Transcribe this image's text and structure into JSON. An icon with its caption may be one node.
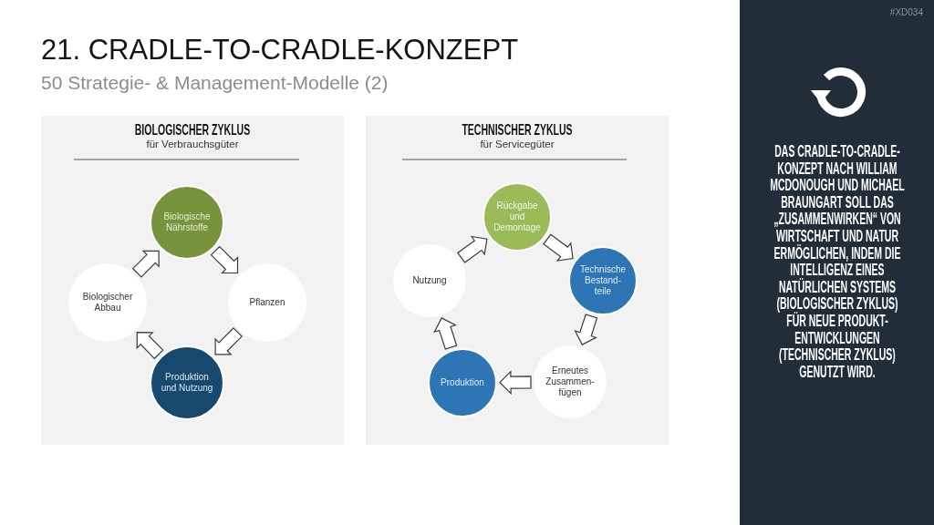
{
  "diagram": {
    "title": "21. CRADLE-TO-CRADLE-KONZEPT",
    "nodes": [
      {
        "text": [
          "BIOLOGISCHER ZYKLUS",
          "für Verbrauchsgüter"
        ]
      },
      {
        "text": [
          "Biologische Nährstoffe"
        ],
        "in": 0
      },
      {
        "text": [
          "Pflanzen"
        ],
        "in": 0
      },
      {
        "text": [
          "Produktion und Nutzung"
        ],
        "in": 0
      },
      {
        "text": [
          "Biologischer Abbau"
        ],
        "in": 0
      },
      {
        "text": [
          "TECHNISCHER ZYKLUS",
          "für Servicegüter"
        ]
      },
      {
        "text": [
          "Rückgabe und Demontage"
        ],
        "in": 5
      },
      {
        "text": [
          "Technische Bestand-teile"
        ],
        "in": 5
      },
      {
        "text": [
          "Erneutes Zusammen-fügen"
        ],
        "in": 5
      },
      {
        "text": [
          "Produktion"
        ],
        "in": 5
      },
      {
        "text": [
          "Nutzung"
        ],
        "in": 5
      },
      {
        "text": [
          "#XD034",
          "DAS CRADLE-TO-CRADLE-KONZEPT NACH WILLIAM MCDONOUGH UND MICHAEL BRAUNGART SOLL DAS „ZUSAMMENWIRKEN“ VON WIRTSCHAFT UND NATUR ERMÖGLICHEN, INDEM DIE INTELLIGENZ EINES NATÜRLICHEN SYSTEMS (BIOLOGISCHER ZYKLUS) FÜR NEUE PRODUKT-ENTWICKLUNGEN (TECHNISCHER ZYKLUS) GENUTZT WIRD."
        ]
      }
    ],
    "edges": [
      {
        "from": 1,
        "to": 2,
        "arrow": "to"
      },
      {
        "from": 2,
        "to": 3,
        "arrow": "to"
      },
      {
        "from": 3,
        "to": 4,
        "arrow": "to"
      },
      {
        "from": 4,
        "to": 1,
        "arrow": "to"
      },
      {
        "from": 6,
        "to": 7,
        "arrow": "to"
      },
      {
        "from": 7,
        "to": 8,
        "arrow": "to"
      },
      {
        "from": 8,
        "to": 9,
        "arrow": "to"
      },
      {
        "from": 9,
        "to": 10,
        "arrow": "to"
      },
      {
        "from": 10,
        "to": 6,
        "arrow": "to"
      }
    ],
    "labels": [
      "50 Strategie- & Management-Modelle (2)"
    ]
  }
}
